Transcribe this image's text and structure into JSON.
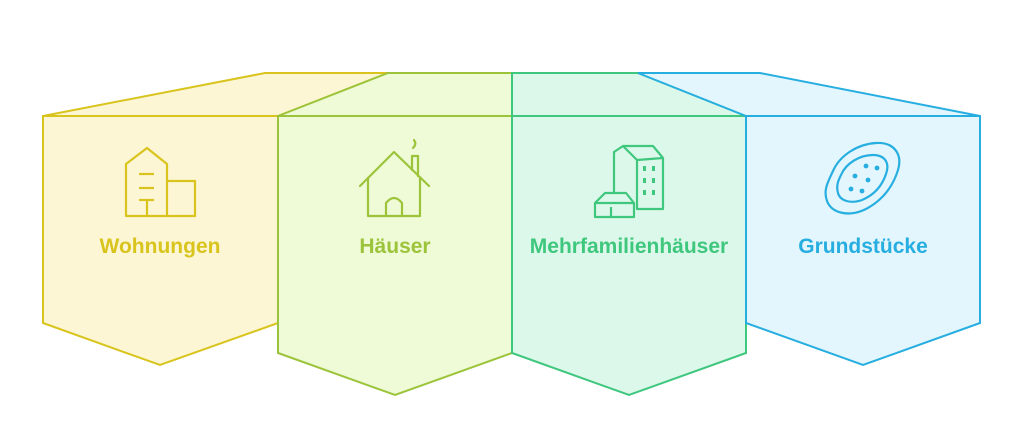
{
  "items": [
    {
      "label": "Wohnungen",
      "icon": "apartment-building-icon",
      "color": "#d9c41e",
      "fill": "#fdf6d4"
    },
    {
      "label": "Häuser",
      "icon": "house-icon",
      "color": "#9cc43a",
      "fill": "#effad6"
    },
    {
      "label": "Mehrfamilienhäuser",
      "icon": "multi-family-buildings-icon",
      "color": "#3fc77e",
      "fill": "#dcf8ea"
    },
    {
      "label": "Grundstücke",
      "icon": "land-plot-icon",
      "color": "#27aee0",
      "fill": "#e3f6fd"
    }
  ]
}
